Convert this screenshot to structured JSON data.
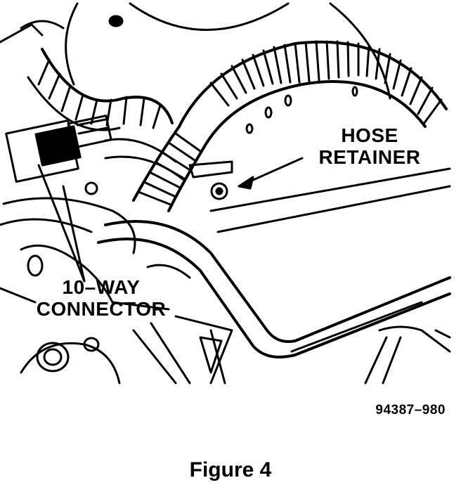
{
  "labels": {
    "hose_retainer": [
      "HOSE",
      "RETAINER"
    ],
    "connector": [
      "10–WAY",
      "CONNECTOR"
    ]
  },
  "figure_code": "94387–980",
  "caption": "Figure 4",
  "colors": {
    "ink": "#000000",
    "paper": "#ffffff"
  }
}
